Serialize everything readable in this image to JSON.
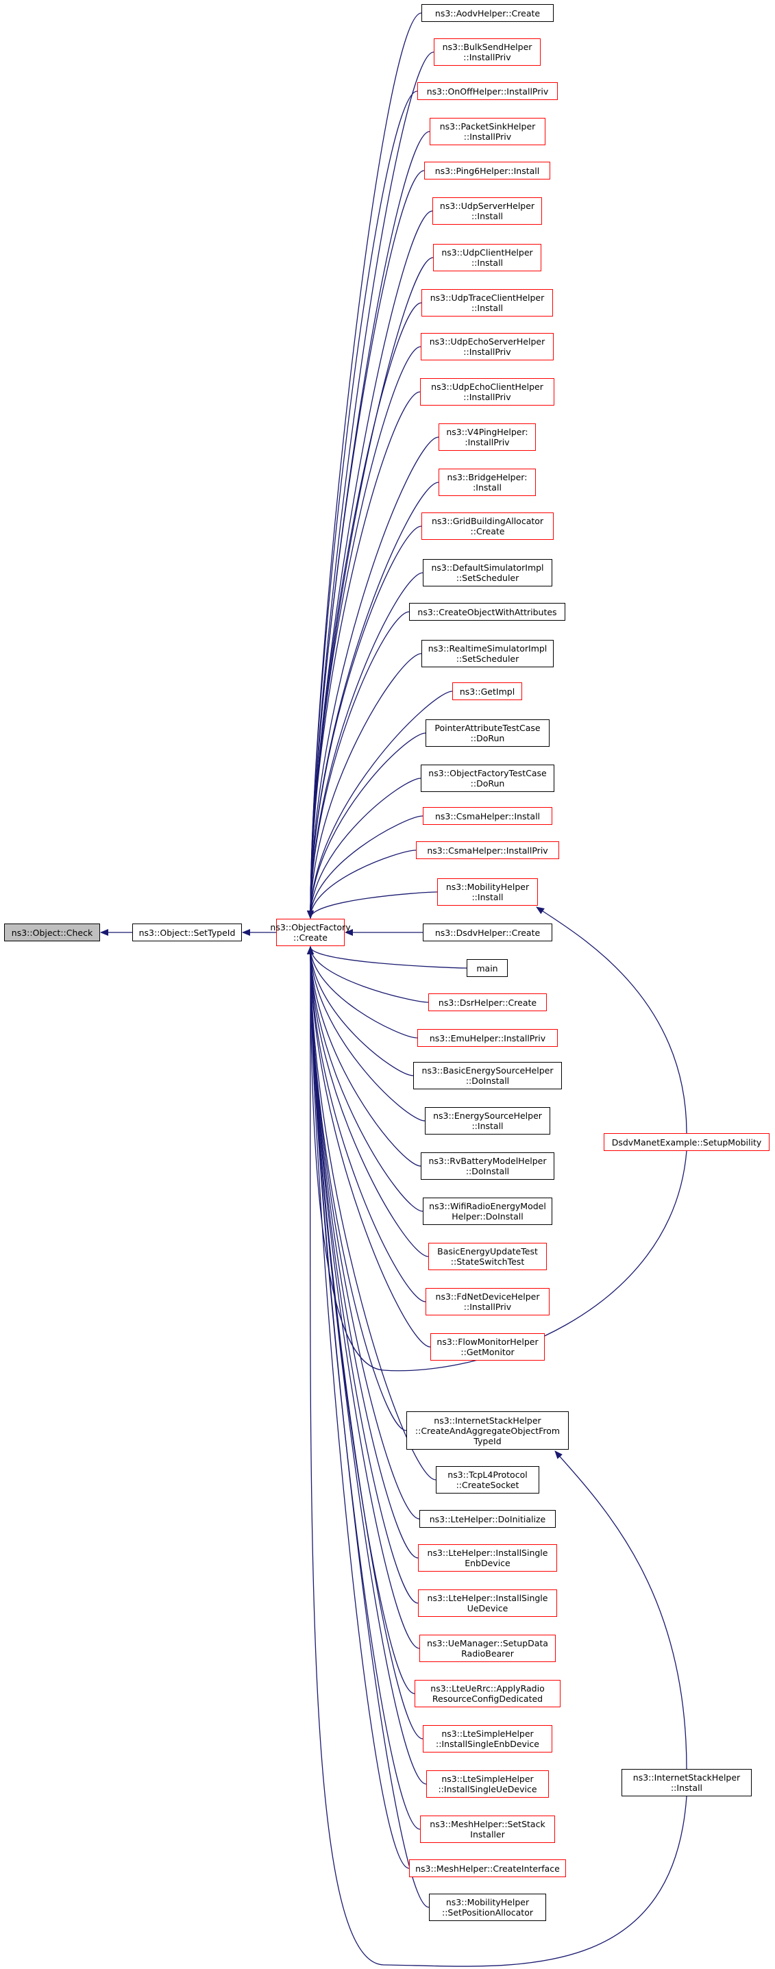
{
  "colors": {
    "edge": "#191970",
    "text": "#000000",
    "border_default": "#000000",
    "border_highlight": "#ff0000",
    "focus_fill": "#bfbfbf"
  },
  "nodes": {
    "check": {
      "lines": [
        "ns3::Object::Check"
      ]
    },
    "settypeid": {
      "lines": [
        "ns3::Object::SetTypeId"
      ]
    },
    "create": {
      "lines": [
        "ns3::ObjectFactory",
        "::Create"
      ]
    },
    "c0": {
      "lines": [
        "ns3::AodvHelper::Create"
      ]
    },
    "c1": {
      "lines": [
        "ns3::BulkSendHelper",
        "::InstallPriv"
      ]
    },
    "c2": {
      "lines": [
        "ns3::OnOffHelper::InstallPriv"
      ]
    },
    "c3": {
      "lines": [
        "ns3::PacketSinkHelper",
        "::InstallPriv"
      ]
    },
    "c4": {
      "lines": [
        "ns3::Ping6Helper::Install"
      ]
    },
    "c5": {
      "lines": [
        "ns3::UdpServerHelper",
        "::Install"
      ]
    },
    "c6": {
      "lines": [
        "ns3::UdpClientHelper",
        "::Install"
      ]
    },
    "c7": {
      "lines": [
        "ns3::UdpTraceClientHelper",
        "::Install"
      ]
    },
    "c8": {
      "lines": [
        "ns3::UdpEchoServerHelper",
        "::InstallPriv"
      ]
    },
    "c9": {
      "lines": [
        "ns3::UdpEchoClientHelper",
        "::InstallPriv"
      ]
    },
    "c10": {
      "lines": [
        "ns3::V4PingHelper:",
        ":InstallPriv"
      ]
    },
    "c11": {
      "lines": [
        "ns3::BridgeHelper:",
        ":Install"
      ]
    },
    "c12": {
      "lines": [
        "ns3::GridBuildingAllocator",
        "::Create"
      ]
    },
    "c13": {
      "lines": [
        "ns3::DefaultSimulatorImpl",
        "::SetScheduler"
      ]
    },
    "c14": {
      "lines": [
        "ns3::CreateObjectWithAttributes"
      ]
    },
    "c15": {
      "lines": [
        "ns3::RealtimeSimulatorImpl",
        "::SetScheduler"
      ]
    },
    "c16": {
      "lines": [
        "ns3::GetImpl"
      ]
    },
    "c17": {
      "lines": [
        "PointerAttributeTestCase",
        "::DoRun"
      ]
    },
    "c18": {
      "lines": [
        "ns3::ObjectFactoryTestCase",
        "::DoRun"
      ]
    },
    "c19": {
      "lines": [
        "ns3::CsmaHelper::Install"
      ]
    },
    "c20": {
      "lines": [
        "ns3::CsmaHelper::InstallPriv"
      ]
    },
    "c21": {
      "lines": [
        "ns3::MobilityHelper",
        "::Install"
      ]
    },
    "c22": {
      "lines": [
        "ns3::DsdvHelper::Create"
      ]
    },
    "c23": {
      "lines": [
        "main"
      ]
    },
    "c24": {
      "lines": [
        "ns3::DsrHelper::Create"
      ]
    },
    "c25": {
      "lines": [
        "ns3::EmuHelper::InstallPriv"
      ]
    },
    "c26": {
      "lines": [
        "ns3::BasicEnergySourceHelper",
        "::DoInstall"
      ]
    },
    "c27": {
      "lines": [
        "ns3::EnergySourceHelper",
        "::Install"
      ]
    },
    "c28": {
      "lines": [
        "ns3::RvBatteryModelHelper",
        "::DoInstall"
      ]
    },
    "c29": {
      "lines": [
        "ns3::WifiRadioEnergyModel",
        "Helper::DoInstall"
      ]
    },
    "c30": {
      "lines": [
        "BasicEnergyUpdateTest",
        "::StateSwitchTest"
      ]
    },
    "c31": {
      "lines": [
        "ns3::FdNetDeviceHelper",
        "::InstallPriv"
      ]
    },
    "c32": {
      "lines": [
        "ns3::FlowMonitorHelper",
        "::GetMonitor"
      ]
    },
    "c33": {
      "lines": [
        "ns3::InternetStackHelper",
        "::CreateAndAggregateObjectFrom",
        "TypeId"
      ]
    },
    "c34": {
      "lines": [
        "ns3::TcpL4Protocol",
        "::CreateSocket"
      ]
    },
    "c35": {
      "lines": [
        "ns3::LteHelper::DoInitialize"
      ]
    },
    "c36": {
      "lines": [
        "ns3::LteHelper::InstallSingle",
        "EnbDevice"
      ]
    },
    "c37": {
      "lines": [
        "ns3::LteHelper::InstallSingle",
        "UeDevice"
      ]
    },
    "c38": {
      "lines": [
        "ns3::UeManager::SetupData",
        "RadioBearer"
      ]
    },
    "c39": {
      "lines": [
        "ns3::LteUeRrc::ApplyRadio",
        "ResourceConfigDedicated"
      ]
    },
    "c40": {
      "lines": [
        "ns3::LteSimpleHelper",
        "::InstallSingleEnbDevice"
      ]
    },
    "c41": {
      "lines": [
        "ns3::LteSimpleHelper",
        "::InstallSingleUeDevice"
      ]
    },
    "c42": {
      "lines": [
        "ns3::MeshHelper::SetStack",
        "Installer"
      ]
    },
    "c43": {
      "lines": [
        "ns3::MeshHelper::CreateInterface"
      ]
    },
    "c44": {
      "lines": [
        "ns3::MobilityHelper",
        "::SetPositionAllocator"
      ]
    },
    "dsdvmanet": {
      "lines": [
        "DsdvManetExample::SetupMobility"
      ]
    },
    "ishinstall": {
      "lines": [
        "ns3::InternetStackHelper",
        "::Install"
      ]
    }
  }
}
